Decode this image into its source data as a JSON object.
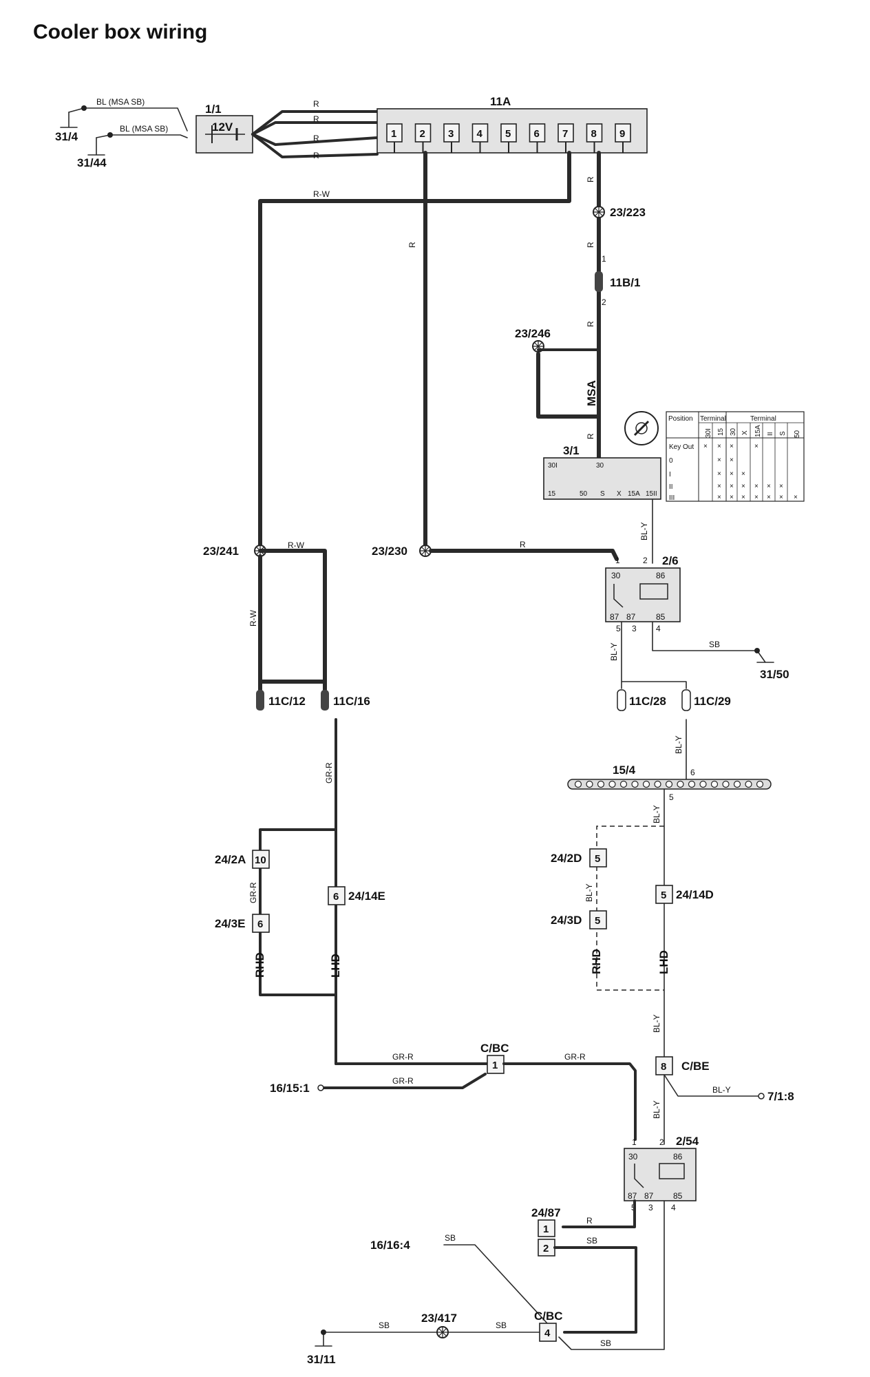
{
  "title": "Cooler box wiring",
  "components": {
    "battery": {
      "id": "1/1",
      "label": "12V"
    },
    "fusebox": {
      "id": "11A",
      "pins": [
        "1",
        "2",
        "3",
        "4",
        "5",
        "6",
        "7",
        "8",
        "9"
      ]
    },
    "ignition": {
      "id": "3/1",
      "terminals_top": [
        "30I",
        "30"
      ],
      "terminals_bottom": [
        "15",
        "50",
        "S",
        "X",
        "15A",
        "15II"
      ]
    },
    "relay_a": {
      "id": "2/6",
      "pins": [
        "30",
        "86",
        "87",
        "87",
        "85"
      ]
    },
    "relay_b": {
      "id": "2/54",
      "pins": [
        "30",
        "86",
        "87",
        "87",
        "85"
      ]
    },
    "fuse_11b1": {
      "id": "11B/1"
    },
    "fuse_11c12": {
      "id": "11C/12"
    },
    "fuse_11c16": {
      "id": "11C/16"
    },
    "fuse_11c28": {
      "id": "11C/28"
    },
    "fuse_11c29": {
      "id": "11C/29"
    },
    "busbar": {
      "id": "15/4"
    },
    "connector_cbc_top": {
      "id": "C/BC",
      "pin": "1"
    },
    "connector_cbc_bottom": {
      "id": "C/BC",
      "pin": "4"
    },
    "connector_cbe": {
      "id": "C/BE",
      "pin": "8"
    },
    "connector_2487": {
      "id": "24/87",
      "pins": [
        "1",
        "2"
      ]
    },
    "connectors": [
      {
        "id": "24/2A",
        "pin": "10"
      },
      {
        "id": "24/14E",
        "pin": "6"
      },
      {
        "id": "24/3E",
        "pin": "6"
      },
      {
        "id": "24/2D",
        "pin": "5"
      },
      {
        "id": "24/14D",
        "pin": "5"
      },
      {
        "id": "24/3D",
        "pin": "5"
      }
    ]
  },
  "ignition_table": {
    "col_position": "Position",
    "col_terminal": "Terminal",
    "col_terminal2": "Terminal",
    "cols_left": [
      "30I",
      "15"
    ],
    "cols_right": [
      "30",
      "X",
      "15A",
      "II",
      "S",
      "50"
    ],
    "rows": [
      "Key Out",
      "0",
      "I",
      "II",
      "III"
    ]
  },
  "splices": [
    "23/223",
    "23/246",
    "23/241",
    "23/230",
    "23/417"
  ],
  "grounds": [
    "31/4",
    "31/44",
    "31/50",
    "31/11"
  ],
  "references": [
    "16/15:1",
    "16/16:4",
    "7/1:8"
  ],
  "wire_colors": {
    "battery_ground": "BL (MSA SB)",
    "red": "R",
    "red_white": "R-W",
    "msa": "MSA",
    "blue_yellow": "BL-Y",
    "black": "SB",
    "grey_red": "GR-R"
  },
  "variants": {
    "rhd": "RHD",
    "lhd": "LHD"
  },
  "pin_numbers": [
    "1",
    "2",
    "3",
    "4",
    "5",
    "6"
  ]
}
